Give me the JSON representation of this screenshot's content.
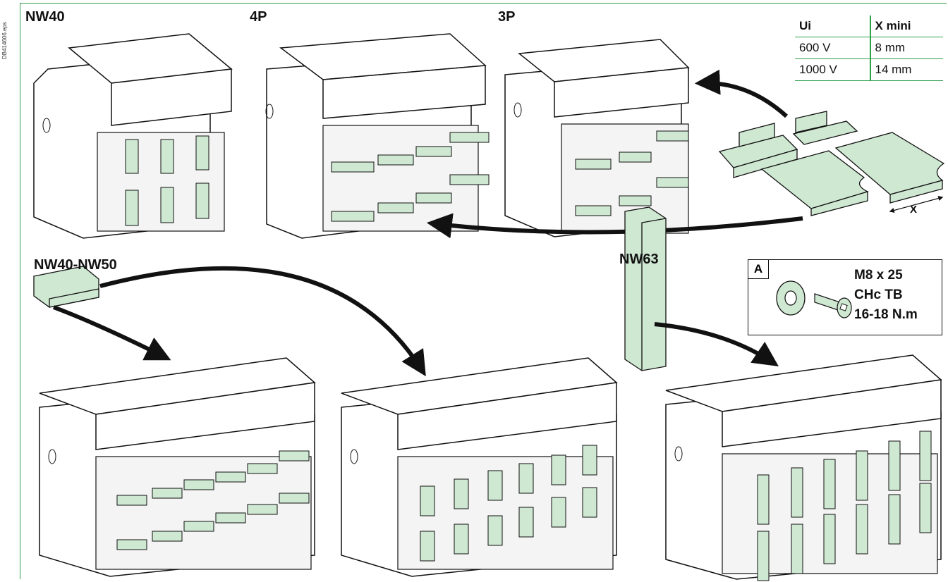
{
  "side_code": "DB414606.eps",
  "labels": {
    "nw40": "NW40",
    "p4": "4P",
    "p3": "3P",
    "nw40_nw50": "NW40-NW50",
    "nw63": "NW63",
    "dim_x": "X"
  },
  "table": {
    "headers": [
      "Ui",
      "X mini"
    ],
    "rows": [
      [
        "600 V",
        "8 mm"
      ],
      [
        "1000 V",
        "14 mm"
      ]
    ]
  },
  "inset": {
    "tag": "A",
    "spec_line1": "M8 x 25",
    "spec_line2": "CHc TB",
    "spec_line3": "16-18 N.m"
  },
  "colors": {
    "accent_green": "#2e9e4a",
    "part_fill": "#cfe8d2",
    "outline": "#111111"
  }
}
